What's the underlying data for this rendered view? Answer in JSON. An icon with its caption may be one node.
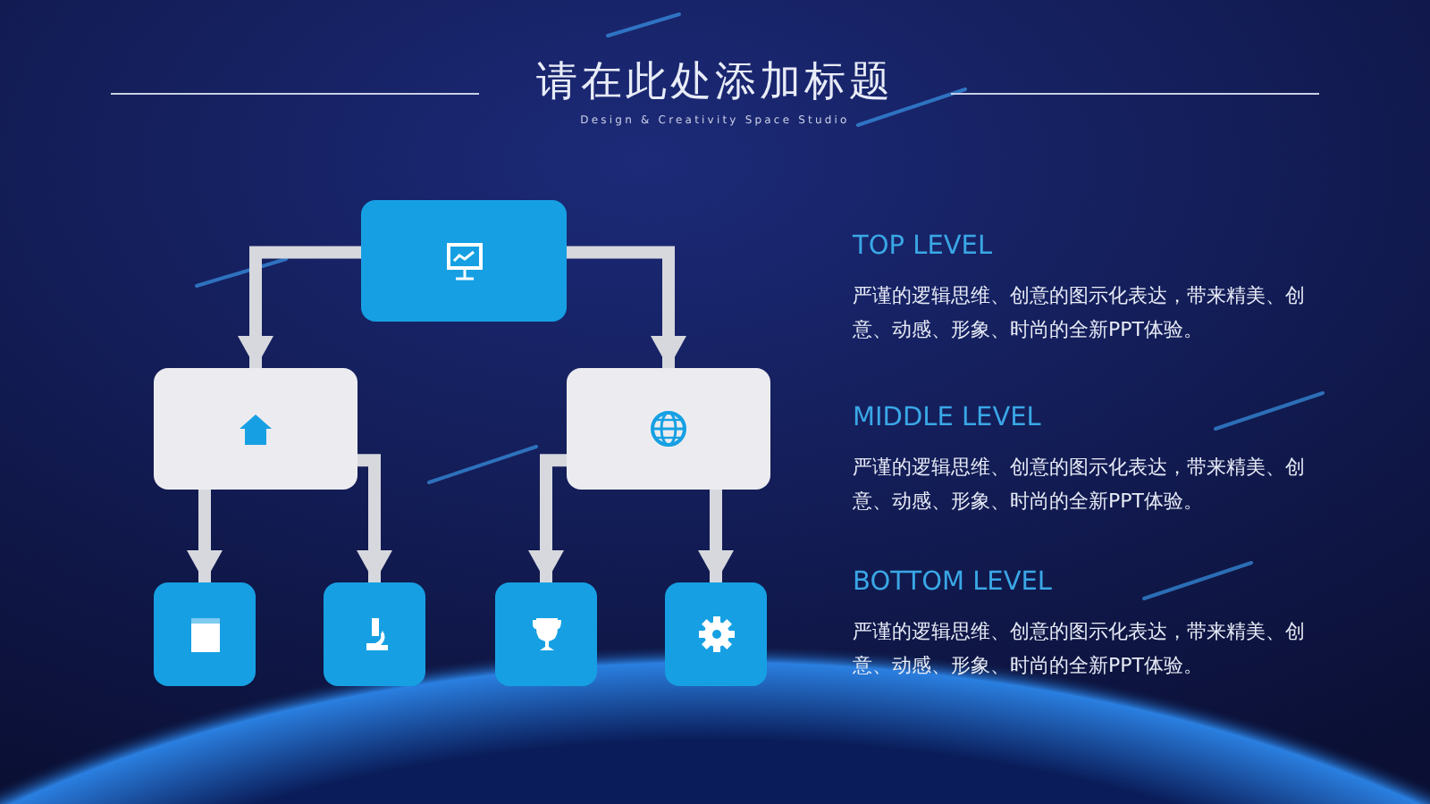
{
  "diagram": {
    "title": "请在此处添加标题",
    "nodes": [
      {
        "text": [],
        "shape": "box"
      },
      {
        "text": [],
        "shape": "box"
      },
      {
        "text": [],
        "shape": "box"
      },
      {
        "text": [],
        "shape": "box"
      },
      {
        "text": [],
        "shape": "box"
      },
      {
        "text": [],
        "shape": "box"
      },
      {
        "text": [],
        "shape": "box"
      }
    ],
    "edges": [
      {
        "from": 0,
        "to": 1,
        "arrow": "to"
      },
      {
        "from": 0,
        "to": 2,
        "arrow": "to"
      },
      {
        "from": 1,
        "to": 3,
        "arrow": "to"
      },
      {
        "from": 1,
        "to": 4,
        "arrow": "to"
      },
      {
        "from": 2,
        "to": 5,
        "arrow": "to"
      },
      {
        "from": 2,
        "to": 6,
        "arrow": "to"
      }
    ],
    "labels": [
      "Design & Creativity Space Studio",
      "TOP LEVEL",
      "严谨的逻辑思维、创意的图示化表达，带来精美、创意、动感、形象、时尚的全新PPT体验。",
      "MIDDLE LEVEL",
      "严谨的逻辑思维、创意的图示化表达，带来精美、创意、动感、形象、时尚的全新PPT体验。",
      "BOTTOM LEVEL",
      "严谨的逻辑思维、创意的图示化表达，带来精美、创意、动感、形象、时尚的全新PPT体验。"
    ]
  }
}
